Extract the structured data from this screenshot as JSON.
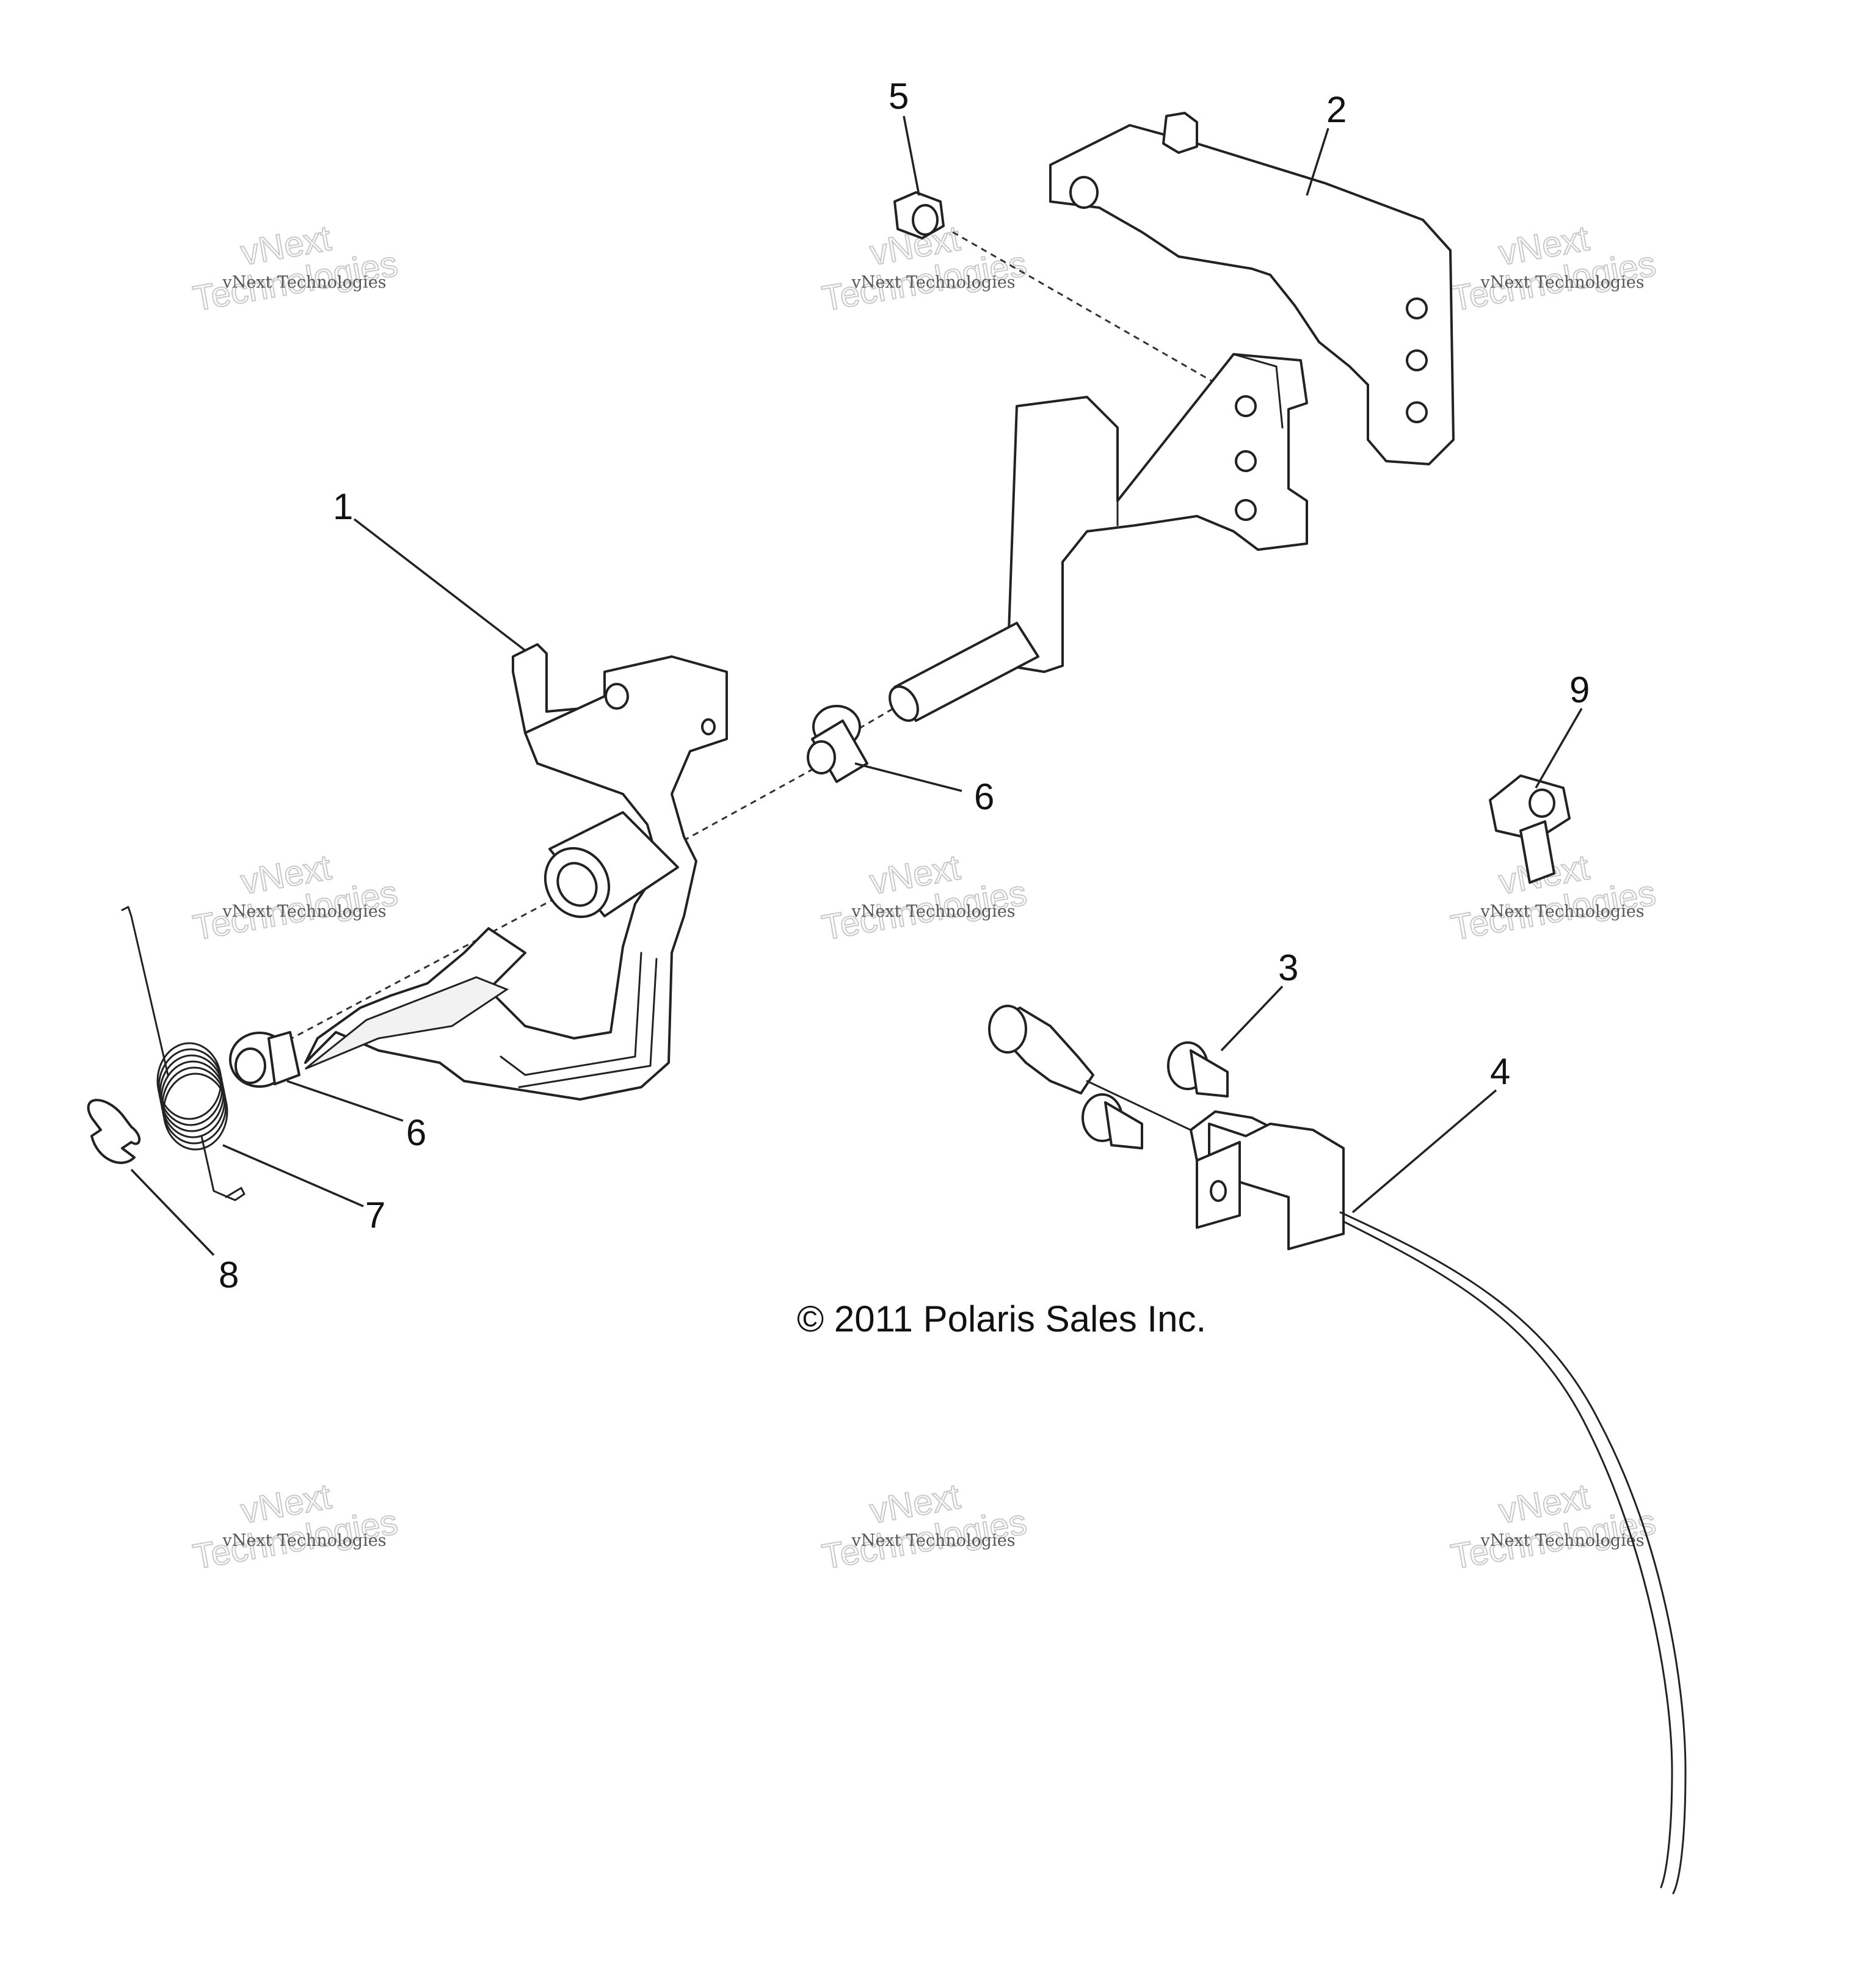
{
  "diagram": {
    "copyright": "© 2011 Polaris Sales Inc.",
    "watermark": {
      "line1": "vNext Technologies",
      "line2": "vNext",
      "line3": "Technologies"
    },
    "callouts": [
      {
        "id": "1",
        "label": "1",
        "part": "brake-pedal"
      },
      {
        "id": "2",
        "label": "2",
        "part": "pedal-bracket"
      },
      {
        "id": "3",
        "label": "3",
        "part": "rivet"
      },
      {
        "id": "4",
        "label": "4",
        "part": "brake-cable"
      },
      {
        "id": "5",
        "label": "5",
        "part": "nut"
      },
      {
        "id": "6a",
        "label": "6",
        "part": "bushing-upper"
      },
      {
        "id": "6b",
        "label": "6",
        "part": "bushing-lower"
      },
      {
        "id": "7",
        "label": "7",
        "part": "torsion-spring"
      },
      {
        "id": "8",
        "label": "8",
        "part": "e-clip"
      },
      {
        "id": "9",
        "label": "9",
        "part": "cable-lock"
      }
    ]
  }
}
